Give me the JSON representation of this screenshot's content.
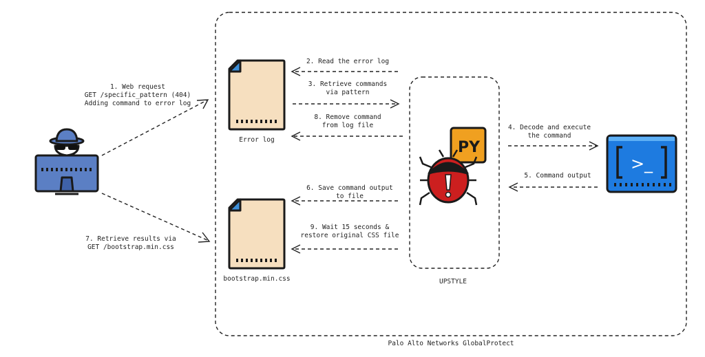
{
  "container": {
    "label": "Palo Alto Networks GlobalProtect"
  },
  "nodes": {
    "attacker": {
      "icon": "hacker-computer-icon"
    },
    "error_log": {
      "label": "Error log",
      "icon": "document-icon"
    },
    "bootstrap": {
      "label": "bootstrap.min.css",
      "icon": "document-icon"
    },
    "upstyle": {
      "label": "UPSTYLE",
      "icon": "python-malware-bug-icon",
      "badge": "PY"
    },
    "terminal": {
      "icon": "terminal-icon",
      "prompt": ">_"
    }
  },
  "steps": {
    "s1": [
      "1. Web request",
      "GET /specific_pattern (404)",
      "Adding command to error log"
    ],
    "s2": [
      "2. Read the error log"
    ],
    "s3": [
      "3. Retrieve commands",
      "via pattern"
    ],
    "s4": [
      "4. Decode and execute",
      "the command"
    ],
    "s5": [
      "5. Command output"
    ],
    "s6": [
      "6. Save command output",
      "to file"
    ],
    "s7": [
      "7. Retrieve results via",
      "GET /bootstrap.min.css"
    ],
    "s8": [
      "8. Remove command",
      "from log file"
    ],
    "s9": [
      "9. Wait 15 seconds &",
      "restore original CSS file"
    ]
  },
  "colors": {
    "attacker_blue": "#5b7fc4",
    "doc_fill": "#f6dfbf",
    "doc_corner": "#3d8fd8",
    "bug_red": "#cc1f1f",
    "py_orange": "#f0a020",
    "terminal_blue": "#1e7be0"
  }
}
